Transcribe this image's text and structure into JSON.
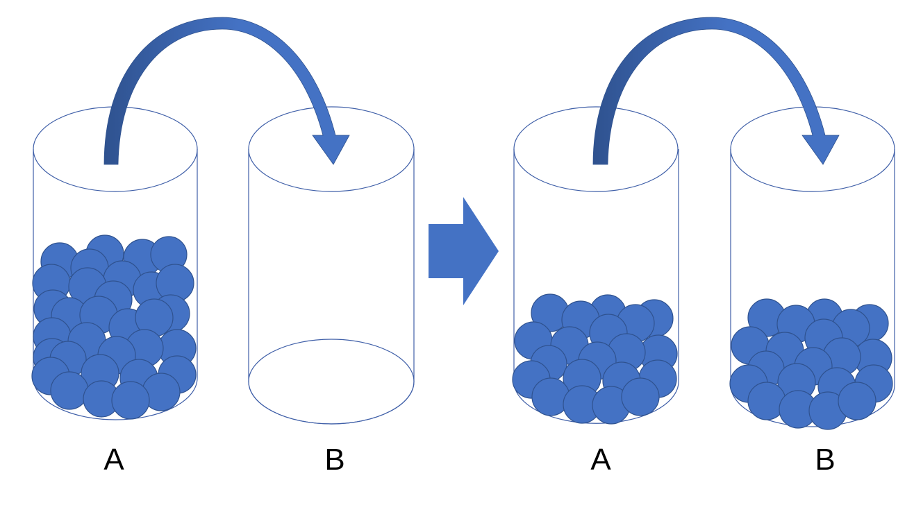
{
  "colors": {
    "fill": "#4472c4",
    "ball_outline": "#2f528f",
    "cylinder_outline": "#3f5fa8",
    "arrow_dark": "#2f528f"
  },
  "labels": {
    "before_a": "A",
    "before_b": "B",
    "after_a": "A",
    "after_b": "B"
  },
  "panels": [
    {
      "name": "before",
      "container_a_fill": "full",
      "container_b_fill": "empty"
    },
    {
      "name": "after",
      "container_a_fill": "half",
      "container_b_fill": "half"
    }
  ],
  "icons": {
    "transfer_arrow": "curved-arrow-icon",
    "transition_arrow": "block-arrow-right-icon"
  }
}
